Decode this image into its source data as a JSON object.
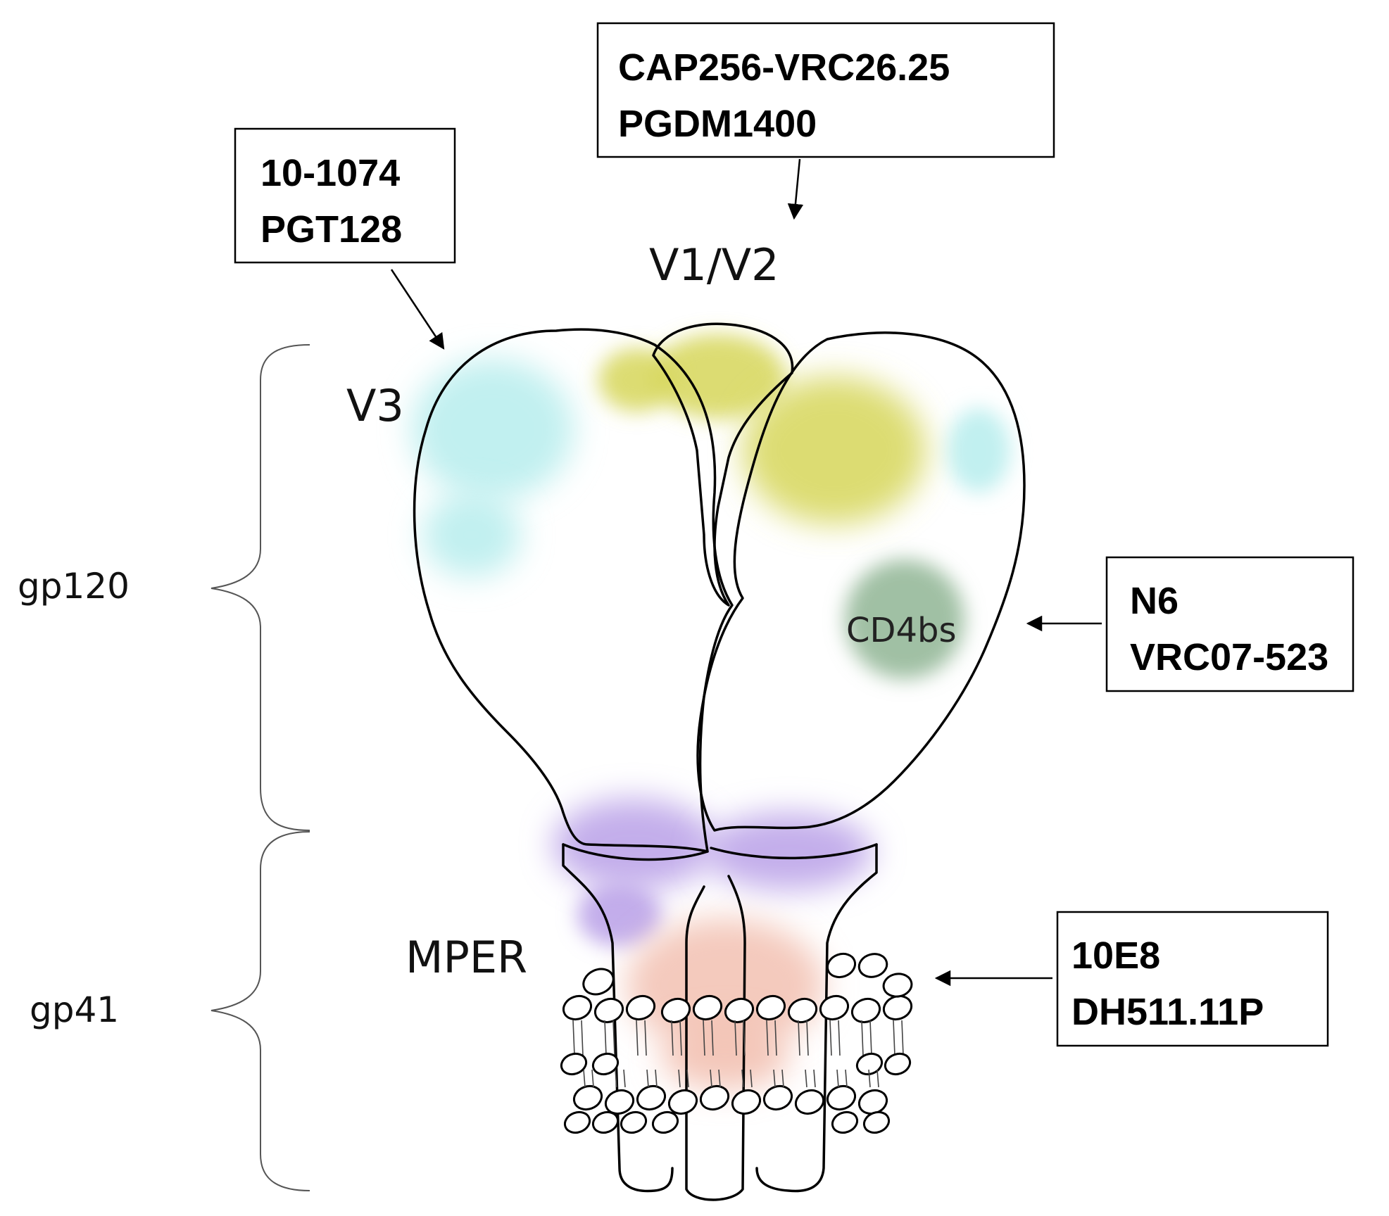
{
  "regions": {
    "gp120": "gp120",
    "gp41": "gp41"
  },
  "epitopes": {
    "v3": "V3",
    "v1v2": "V1/V2",
    "cd4bs": "CD4bs",
    "mper": "MPER"
  },
  "antibody_boxes": {
    "v3_box": {
      "line1": "10-1074",
      "line2": "PGT128"
    },
    "v1v2_box": {
      "line1": "CAP256-VRC26.25",
      "line2": "PGDM1400"
    },
    "cd4bs_box": {
      "line1": "N6",
      "line2": "VRC07-523"
    },
    "mper_box": {
      "line1": "10E8",
      "line2": "DH511.11P"
    }
  },
  "colors": {
    "v3_cyan": "#b6eded",
    "v1v2_yellow": "#d6d65a",
    "cd4bs_green": "#8fb594",
    "gp41_purple": "#b9a0e8",
    "mper_pink": "#f2c1b2"
  }
}
